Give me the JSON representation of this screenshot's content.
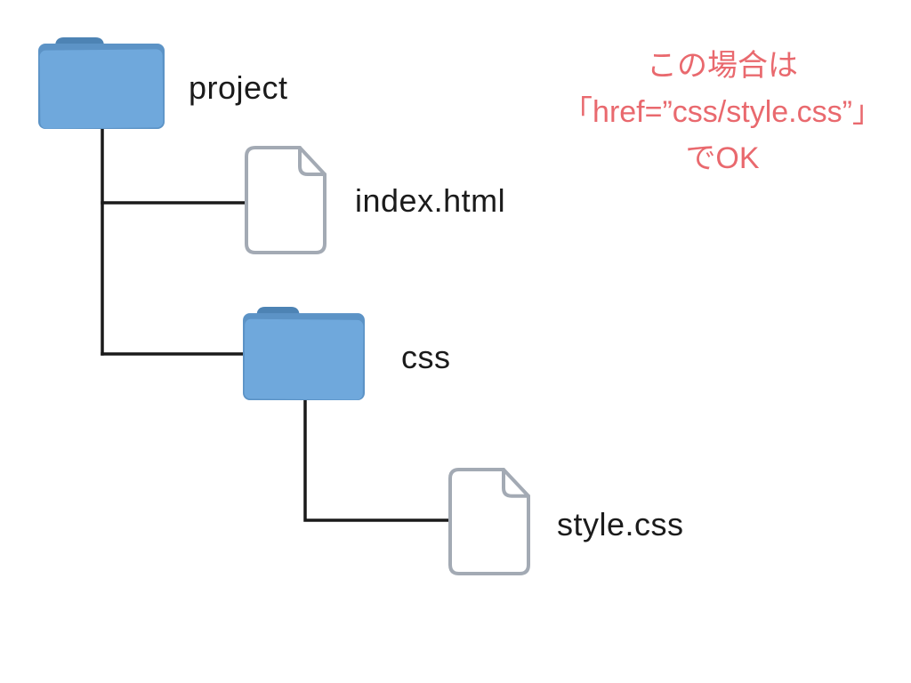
{
  "tree": {
    "nodes": [
      {
        "label": "project",
        "type": "folder",
        "icon": "folder-icon"
      },
      {
        "label": "index.html",
        "type": "file",
        "icon": "file-icon"
      },
      {
        "label": "css",
        "type": "folder",
        "icon": "folder-icon"
      },
      {
        "label": "style.css",
        "type": "file",
        "icon": "file-icon"
      }
    ],
    "structure": "project > [index.html, css > style.css]"
  },
  "annotation": {
    "lines": [
      "この場合は",
      "「href=”css/style.css”」",
      "でOK"
    ]
  },
  "colors": {
    "background": "#ffffff",
    "folder_front": "#6fa8dc",
    "folder_back": "#5c93c6",
    "folder_tab": "#4d83b4",
    "file_fill": "#ffffff",
    "file_border": "#a3aab4",
    "connector": "#1a1a1a",
    "label_text": "#1b1b1b",
    "annotation_text": "#e9696e"
  }
}
